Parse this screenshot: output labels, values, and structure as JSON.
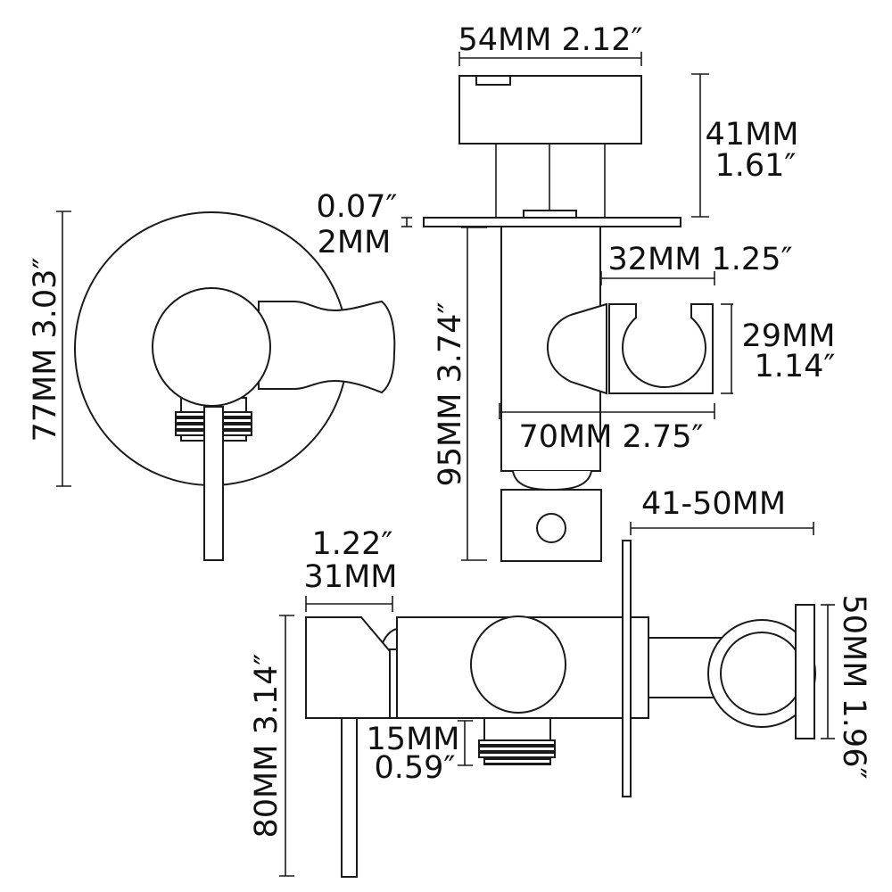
{
  "colors": {
    "line": "#1a1a1a",
    "background": "#ffffff"
  },
  "dimensions": {
    "top_width": "54MM 2.12″",
    "top_height_mm": "41MM",
    "top_height_in": "1.61″",
    "plate_thickness_in": "0.07″",
    "plate_thickness_mm": "2MM",
    "front_diameter": "77MM 3.03″",
    "body_height": "95MM 3.74″",
    "holder_depth": "32MM 1.25″",
    "holder_height_mm": "29MM",
    "holder_height_in": "1.14″",
    "total_depth": "70MM 2.75″",
    "wall_range": "41-50MM",
    "handle_width_in": "1.22″",
    "handle_width_mm": "31MM",
    "side_height": "80MM 3.14″",
    "outlet_mm": "15MM",
    "outlet_in": "0.59″",
    "ring_height": "50MM 1.96″"
  }
}
